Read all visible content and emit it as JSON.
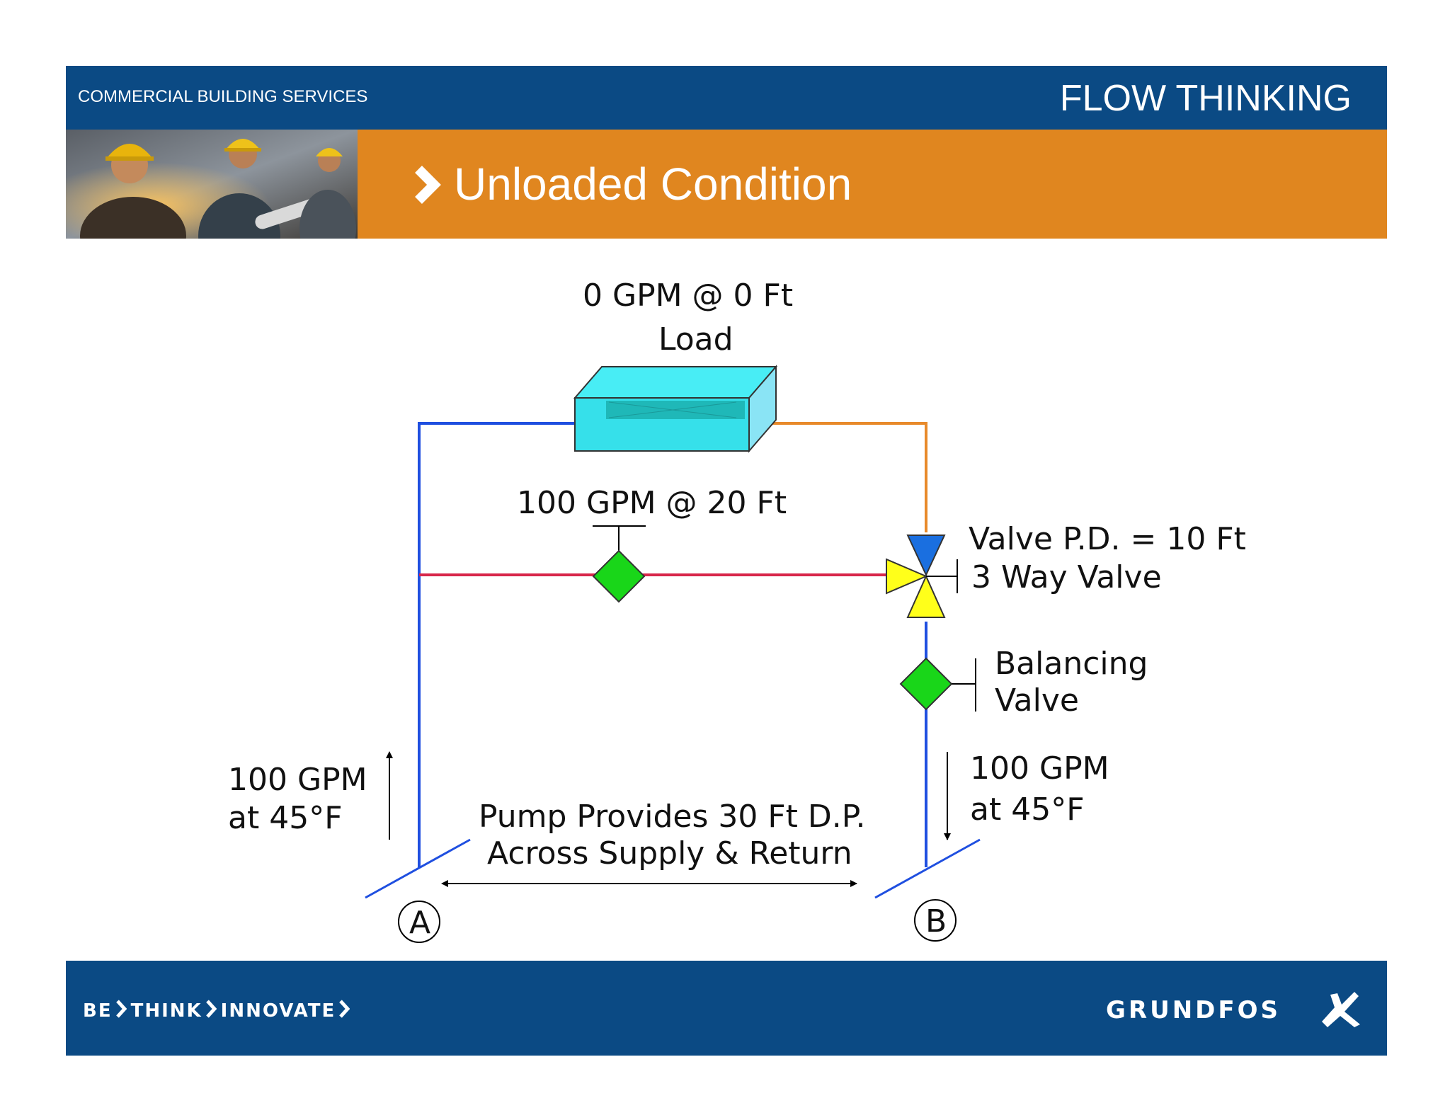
{
  "header": {
    "department": "COMMERCIAL BUILDING SERVICES",
    "brand_title": "FLOW THINKING",
    "slide_title": "Unloaded Condition"
  },
  "diagram": {
    "load_flow": "0 GPM @ 0 Ft",
    "load_label": "Load",
    "bypass_flow": "100 GPM @ 20 Ft",
    "valve_pd": "Valve P.D. = 10 Ft",
    "valve_name": "3 Way Valve",
    "balancing_line1": "Balancing",
    "balancing_line2": "Valve",
    "supply_flow": "100 GPM",
    "supply_temp": "at 45°F",
    "return_flow": "100 GPM",
    "return_temp": "at 45°F",
    "pump_line1": "Pump Provides 30 Ft D.P.",
    "pump_line2": "Across Supply & Return",
    "point_a": "A",
    "point_b": "B",
    "colors": {
      "supply_pipe": "#1f4fe0",
      "return_pipe": "#e88a2a",
      "bypass_pipe": "#d8264a",
      "valve_green": "#19d619",
      "valve_yellow": "#ffff1a",
      "valve_blue": "#1a6fe0",
      "load_fill": "#36e0ea"
    }
  },
  "footer": {
    "slogan_words": [
      "BE",
      "THINK",
      "INNOVATE"
    ],
    "logo_text": "GRUNDFOS"
  }
}
